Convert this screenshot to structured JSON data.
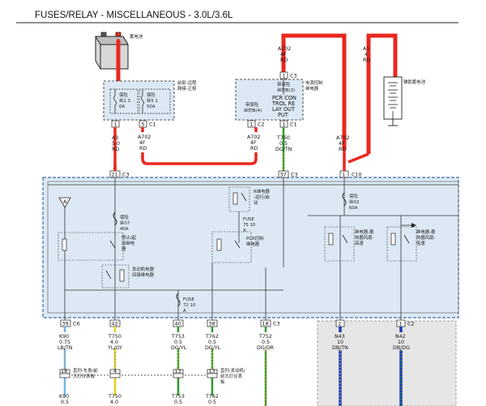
{
  "title": "FUSES/RELAY - MISCELLANEOUS - 3.0L/3.6L",
  "colors": {
    "red": "#e8281e",
    "green": "#2f9a2f",
    "yellow": "#e6cf1a",
    "blue": "#1c3bb5",
    "module_fill": "#dce9f5",
    "module_stroke": "#3a6ea5"
  },
  "battery": {
    "label": "蓄电池"
  },
  "aux_battery": {
    "label": "辅助蓄电池"
  },
  "top_wire_left": {
    "code": "A702",
    "gauge": "4F",
    "color": "RD",
    "pin": "1",
    "conn": "C3"
  },
  "top_wire_right": {
    "code": "A1",
    "gauge": "4",
    "color": "RD"
  },
  "left_box": {
    "title_line1": "前部-远程",
    "title_line2": "跨接-正极",
    "fuse1_line1": "保险",
    "fuse1_line2": "丝1 3",
    "fuse1_line3": "0A",
    "fuse2_line1": "保险",
    "fuse2_line2": "丝5 1",
    "fuse2_line3": "50A",
    "pin_a": "1",
    "pin_b": "5",
    "conn": "C1"
  },
  "pcr_box": {
    "label_line1": "电源控制",
    "label_line2": "继电器",
    "inner1_line1": "带保险",
    "inner1_line2": "丝的B(3)",
    "out_line1": "PCR CON",
    "out_line2": "TROL RE",
    "out_line3": "LAY OUT",
    "out_line4": "PUT",
    "inner2_line1": "带保险",
    "inner2_line2": "丝的B(4)",
    "pin_a": "1",
    "conn_a": "C2",
    "pin_b": "1",
    "conn_b": "C1"
  },
  "wires_mid": [
    {
      "code": "A3",
      "gauge": "5.0",
      "color": "RD"
    },
    {
      "code": "A702",
      "gauge": "4F",
      "color": "RD"
    },
    {
      "code": "A702",
      "gauge": "4F",
      "color": "RD"
    },
    {
      "code": "T760",
      "gauge": "0.5",
      "color": "DG/TN"
    },
    {
      "code": "A702",
      "gauge": "4F",
      "color": "RD"
    }
  ],
  "module_pins_top": [
    {
      "pin": "21",
      "conn": "C3"
    },
    {
      "pin": "37",
      "conn": "C3"
    },
    {
      "pin": "1",
      "conn": "C10"
    }
  ],
  "module": {
    "fuse07_line1": "保险",
    "fuse07_line2": "丝07",
    "fuse07_line3": "40A",
    "starter_relay_line1": "停止/起",
    "starter_relay_line2": "动继电",
    "starter_relay_line3": "器",
    "r_relay_line1": "R继电器",
    "r_relay_line2": "-运行/启",
    "r_relay_line3": "动",
    "fuse75_line1": "FUSE",
    "fuse75_line2": "75 10",
    "fuse75_line3": "A",
    "pcr_relay_line1": "PCR控制",
    "pcr_relay_line2": "继电器",
    "fuse03_line1": "保险",
    "fuse03_line2": "丝03",
    "fuse03_line3": "60A",
    "fan_low_line1": "继电器-散",
    "fan_low_line2": "热器风扇-",
    "fan_low_line3": "高速",
    "fan_high_line1": "继电器-散",
    "fan_high_line2": "热器风扇-",
    "fan_high_line3": "低速",
    "engine_relay_line1": "发动机电器",
    "engine_relay_line2": "间接继电器",
    "fuse72_line1": "FUSE",
    "fuse72_line2": "72 10",
    "fuse72_line3": "A",
    "ground_a": "A"
  },
  "module_pins_bottom": [
    {
      "pin": "39",
      "conn": "C6"
    },
    {
      "pin": "42",
      "conn": ""
    },
    {
      "pin": "40",
      "conn": ""
    },
    {
      "pin": "38",
      "conn": ""
    },
    {
      "pin": "18",
      "conn": "C3"
    },
    {
      "pin": "2",
      "conn": ""
    },
    {
      "pin": "1",
      "conn": "C2"
    }
  ],
  "wires_bottom": [
    {
      "code": "K90",
      "gauge": "0.75",
      "color": "LB/TN"
    },
    {
      "code": "T750",
      "gauge": "4.0",
      "color": "YL/GY"
    },
    {
      "code": "T753",
      "gauge": "0.5",
      "color": "DG/YL"
    },
    {
      "code": "T762",
      "gauge": "0.5",
      "color": "DG/YL"
    },
    {
      "code": "T752",
      "gauge": "0.5",
      "color": "DG/OR"
    },
    {
      "code": "N43",
      "gauge": "10",
      "color": "DB/TN"
    },
    {
      "code": "N42",
      "gauge": "10",
      "color": "DB/DG"
    }
  ],
  "inline_connectors": [
    {
      "pin": "18",
      "label_line1": "直列-车身/前",
      "label_line2": "大灯仪表板"
    },
    {
      "pin": "4",
      "label_line1": "",
      "label_line2": ""
    },
    {
      "pin": "13",
      "label_line1": "",
      "label_line2": ""
    },
    {
      "pin": "13",
      "label_line1": "直列-发动机/",
      "label_line2": "前大灯仪表",
      "label_line3": "板"
    }
  ],
  "wires_lower": [
    {
      "code": "K90",
      "gauge": "0.5"
    },
    {
      "code": "T750",
      "gauge": "4.0"
    },
    {
      "code": "T753",
      "gauge": "0.5"
    },
    {
      "code": "T762",
      "gauge": "0.5"
    }
  ]
}
